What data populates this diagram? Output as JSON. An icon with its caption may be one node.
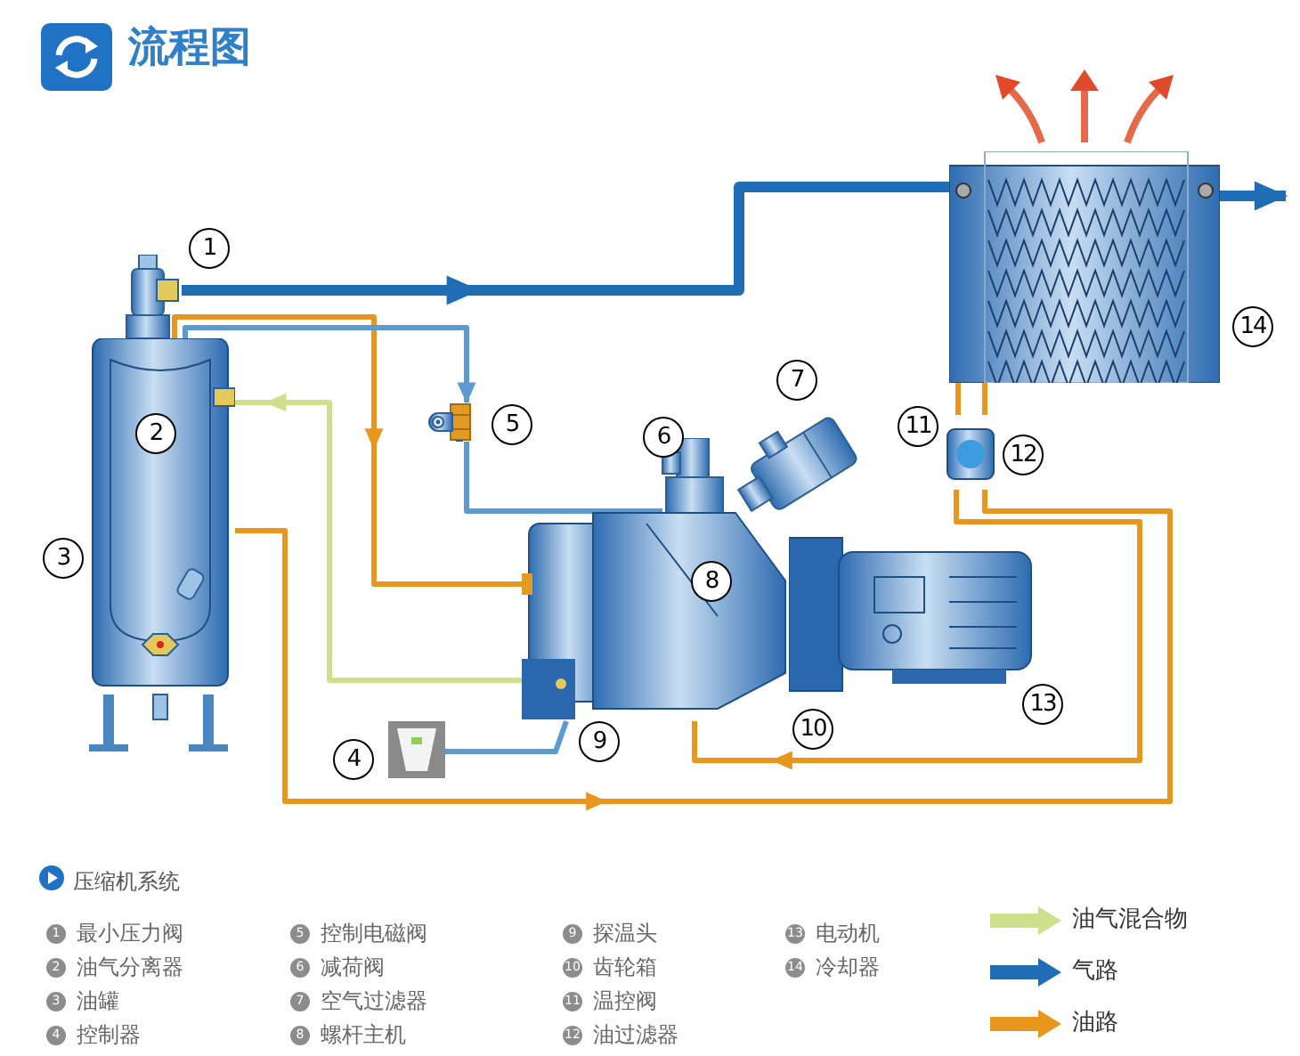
{
  "diagram": {
    "title": "流程图",
    "nodes": [
      {
        "text": [],
        "shape": "picture"
      },
      {
        "text": [],
        "shape": "picture"
      },
      {
        "text": [],
        "shape": "picture"
      },
      {
        "text": [],
        "shape": "picture"
      },
      {
        "text": [],
        "shape": "picture"
      },
      {
        "text": [],
        "shape": "picture"
      },
      {
        "text": [],
        "shape": "picture"
      },
      {
        "text": [],
        "shape": "picture"
      },
      {
        "text": [],
        "shape": "picture"
      },
      {
        "text": [],
        "shape": "picture"
      }
    ],
    "edges": [
      {
        "from": 0,
        "to": 9,
        "arrow": "to",
        "style": "thick",
        "color": "#1f6db5"
      },
      {
        "from": 9,
        "to": null,
        "arrow": "to",
        "style": "thick",
        "color": "#1f6db5"
      },
      {
        "from": 1,
        "to": 6,
        "arrow": "to",
        "color": "#e8961e"
      },
      {
        "from": 1,
        "to": 3,
        "arrow": "to",
        "color": "#5b9bd0"
      },
      {
        "from": 3,
        "to": 6,
        "arrow": "none",
        "color": "#5b9bd0"
      },
      {
        "from": 6,
        "to": 1,
        "arrow": "to",
        "color": "#cfe08c"
      },
      {
        "from": 1,
        "to": 8,
        "arrow": "to",
        "color": "#e8961e"
      },
      {
        "from": 8,
        "to": 6,
        "arrow": "to",
        "color": "#e8961e"
      },
      {
        "from": 9,
        "to": 8,
        "arrow": "none",
        "color": "#e8961e"
      },
      {
        "from": 9,
        "to": 8,
        "arrow": "none",
        "color": "#e8961e"
      },
      {
        "from": 2,
        "to": 6,
        "arrow": "none",
        "color": "#5b9bd0"
      }
    ],
    "labels": [
      "1",
      "2",
      "3",
      "4",
      "5",
      "6",
      "7",
      "8",
      "9",
      "10",
      "11",
      "12",
      "13",
      "14",
      "压缩机系统",
      "1",
      "最小压力阀",
      "2",
      "油气分离器",
      "3",
      "油罐",
      "4",
      "控制器",
      "5",
      "控制电磁阀",
      "6",
      "减荷阀",
      "7",
      "空气过滤器",
      "8",
      "螺杆主机",
      "9",
      "探温头",
      "10",
      "齿轮箱",
      "11",
      "温控阀",
      "12",
      "油过滤器",
      "13",
      "电动机",
      "14",
      "冷却器"
    ],
    "legend": [
      {
        "text": "油气混合物",
        "color": "#cfe08c"
      },
      {
        "text": "气路",
        "color": "#1f6db5"
      },
      {
        "text": "油路",
        "color": "#e8961e"
      }
    ]
  }
}
